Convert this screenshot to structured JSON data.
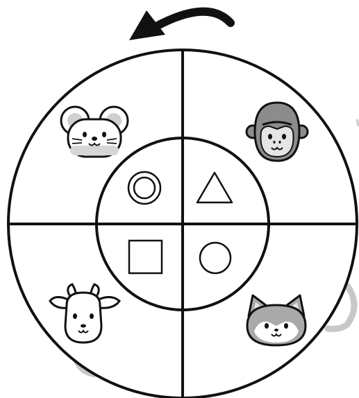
{
  "rotation_direction": "counterclockwise",
  "colors": {
    "stroke": "#111111",
    "background": "#ffffff",
    "animal_fill": "#ffffff",
    "gorilla_fill": "#8c8c8c",
    "cat_fill": "#a9a9a9",
    "shadow": "#c8c8c8"
  },
  "outer_ring": [
    {
      "quadrant": "top-left",
      "animal": "mouse",
      "icon": "mouse-icon"
    },
    {
      "quadrant": "top-right",
      "animal": "gorilla",
      "icon": "gorilla-icon"
    },
    {
      "quadrant": "bottom-left",
      "animal": "goat",
      "icon": "goat-icon"
    },
    {
      "quadrant": "bottom-right",
      "animal": "cat",
      "icon": "cat-icon"
    }
  ],
  "inner_ring": [
    {
      "quadrant": "top-left",
      "shape": "double-circle",
      "icon": "double-circle-icon"
    },
    {
      "quadrant": "top-right",
      "shape": "triangle",
      "icon": "triangle-icon"
    },
    {
      "quadrant": "bottom-left",
      "shape": "square",
      "icon": "square-icon"
    },
    {
      "quadrant": "bottom-right",
      "shape": "circle",
      "icon": "circle-icon"
    }
  ]
}
